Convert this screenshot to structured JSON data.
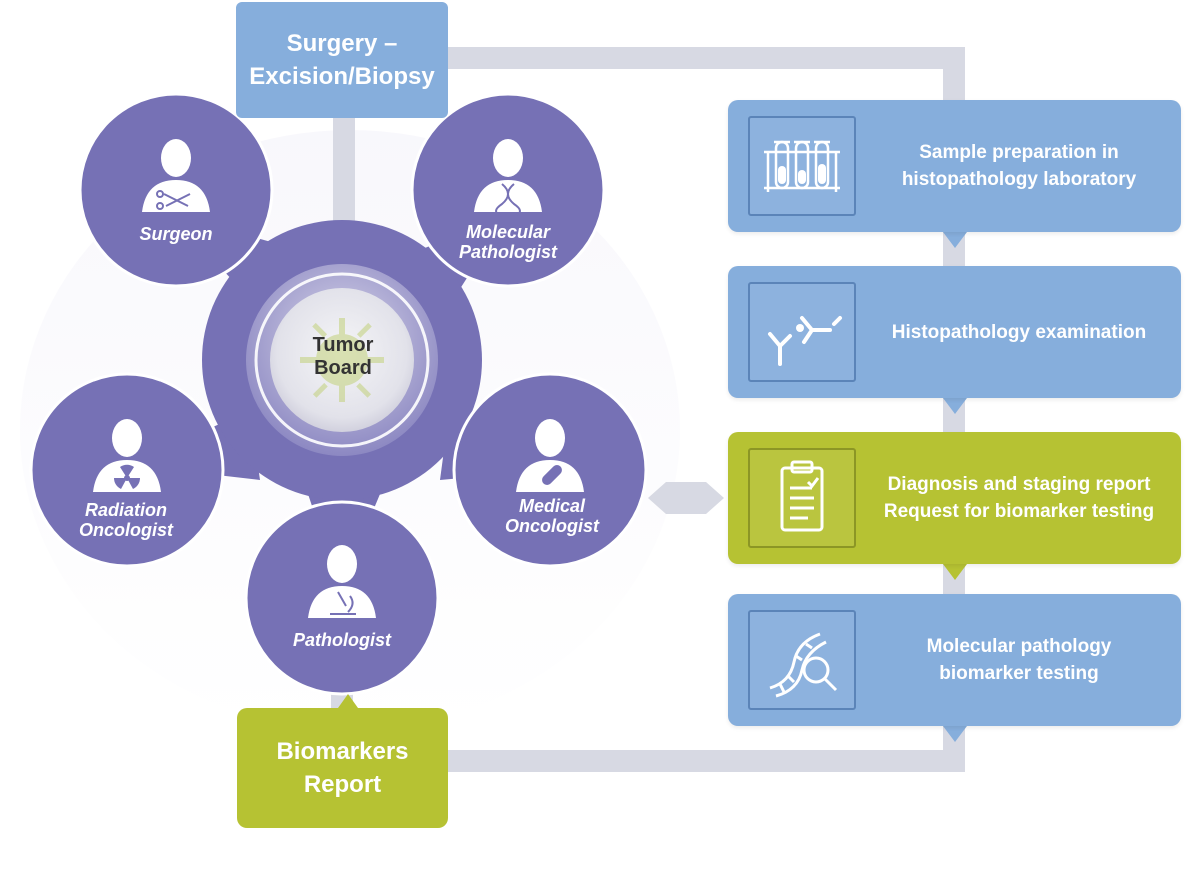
{
  "surgery_box": {
    "line1": "Surgery –",
    "line2": "Excision/Biopsy"
  },
  "tumor_board": {
    "line1": "Tumor",
    "line2": "Board"
  },
  "specialists": {
    "surgeon": {
      "line1": "Surgeon"
    },
    "molecular_pathologist": {
      "line1": "Molecular",
      "line2": "Pathologist"
    },
    "radiation_oncologist": {
      "line1": "Radiation",
      "line2": "Oncologist"
    },
    "medical_oncologist": {
      "line1": "Medical",
      "line2": "Oncologist"
    },
    "pathologist": {
      "line1": "Pathologist"
    }
  },
  "steps": [
    {
      "line1": "Sample preparation in",
      "line2": "histopathology laboratory",
      "icon": "test-tubes-icon"
    },
    {
      "line1": "Histopathology examination",
      "line2": "",
      "icon": "antibody-icon"
    },
    {
      "line1": "Diagnosis and staging report",
      "line2": "Request for biomarker testing",
      "icon": "clipboard-icon"
    },
    {
      "line1": "Molecular pathology",
      "line2": "biomarker testing",
      "icon": "dna-magnifier-icon"
    }
  ],
  "biomarkers_box": {
    "line1": "Biomarkers",
    "line2": "Report"
  },
  "colors": {
    "purple": "#7671b5",
    "blue": "#86aedc",
    "green": "#b6c233",
    "connector": "#d7d9e3"
  }
}
